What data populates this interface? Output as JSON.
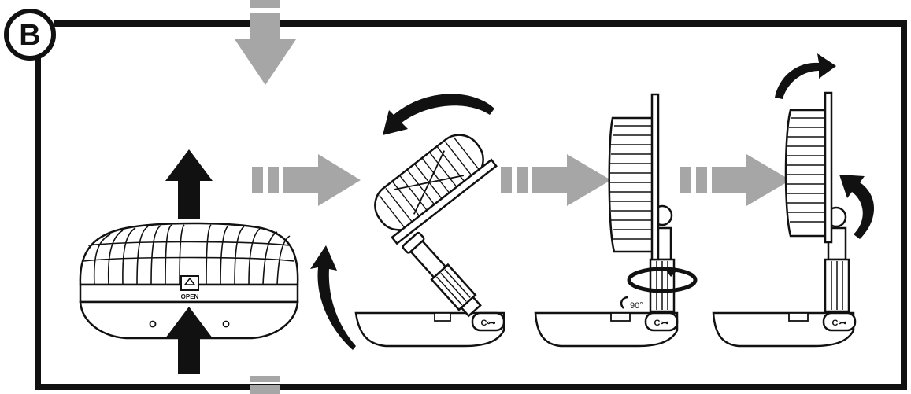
{
  "panel": {
    "step_label": "B"
  },
  "device": {
    "button_text": "OPEN",
    "port_symbol": "C⊶",
    "rotation_label": "90°"
  },
  "colors": {
    "outline": "#111111",
    "arrow_gray": "#a6a6a6",
    "arrow_black": "#111111",
    "background": "#ffffff"
  },
  "icons": [
    "down-arrow-icon",
    "up-arrow-icon",
    "curved-arrow-icon",
    "rotate-ring-icon",
    "next-step-arrow-icon"
  ]
}
